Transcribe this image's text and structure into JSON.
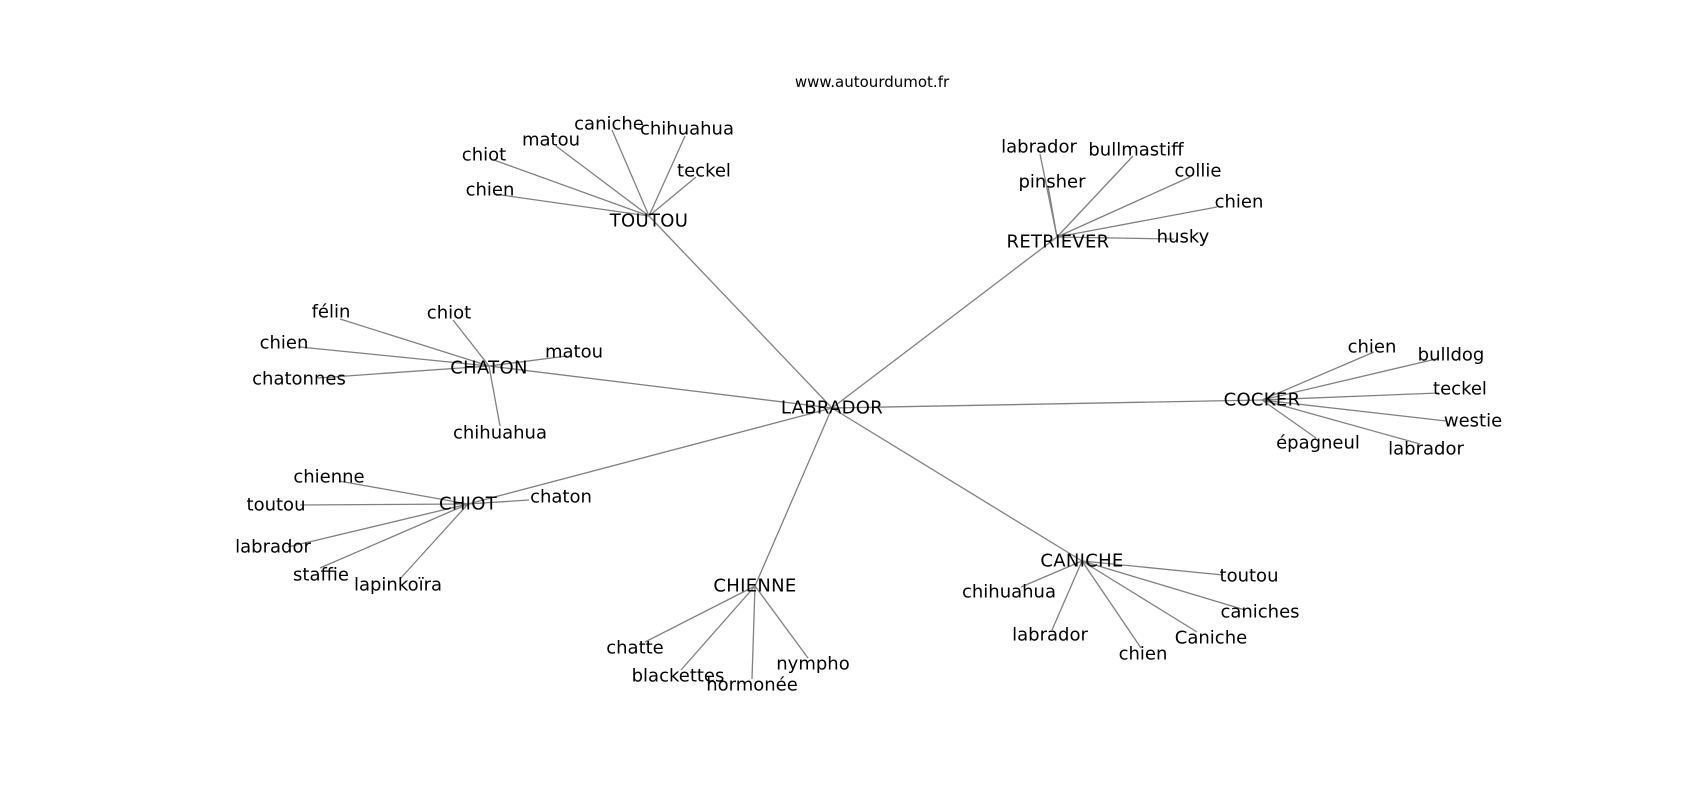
{
  "source_url": "www.autourdumot.fr",
  "center": {
    "id": "labrador-center",
    "label": "LABRADOR"
  },
  "clusters": [
    {
      "id": "toutou",
      "label": "TOUTOU",
      "leaves": [
        "chiot",
        "matou",
        "caniche",
        "chihuahua",
        "teckel",
        "chien"
      ]
    },
    {
      "id": "retriever",
      "label": "RETRIEVER",
      "leaves": [
        "labrador",
        "bullmastiff",
        "pinsher",
        "collie",
        "chien",
        "husky"
      ]
    },
    {
      "id": "chaton",
      "label": "CHATON",
      "leaves": [
        "félin",
        "chiot",
        "chien",
        "matou",
        "chatonnes",
        "chihuahua"
      ]
    },
    {
      "id": "cocker",
      "label": "COCKER",
      "leaves": [
        "chien",
        "bulldog",
        "teckel",
        "westie",
        "épagneul",
        "labrador"
      ]
    },
    {
      "id": "chiot",
      "label": "CHIOT",
      "leaves": [
        "chienne",
        "toutou",
        "chaton",
        "labrador",
        "staffie",
        "lapinkoïra"
      ]
    },
    {
      "id": "chienne",
      "label": "CHIENNE",
      "leaves": [
        "chatte",
        "blackettes",
        "hormonée",
        "nympho"
      ]
    },
    {
      "id": "caniche",
      "label": "CANICHE",
      "leaves": [
        "chihuahua",
        "toutou",
        "caniches",
        "labrador",
        "chien",
        "Caniche"
      ]
    }
  ]
}
